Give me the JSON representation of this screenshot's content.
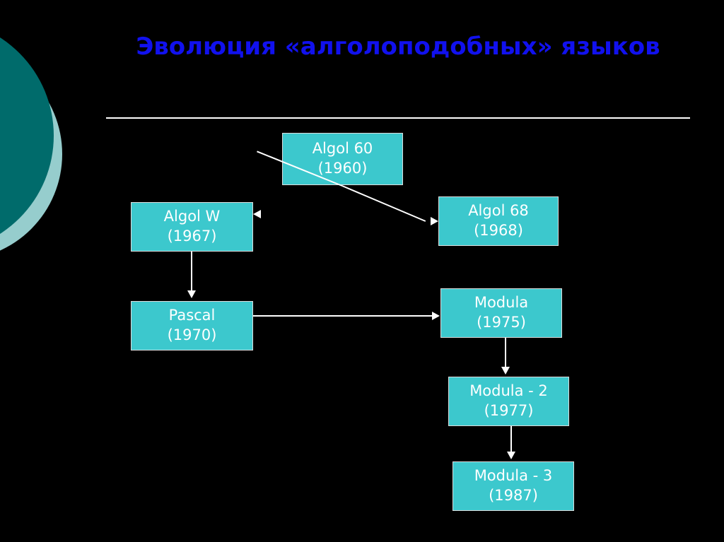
{
  "slide": {
    "title": "Эволюция «алголоподобных» языков",
    "background_color": "#000000",
    "title_color": "#1111EE",
    "node_fill_color": "#3CC8CD",
    "node_text_color": "#FFFFFF",
    "connector_color": "#FFFFFF",
    "decor": {
      "dark_circle_color": "#006B6B",
      "light_circle_color": "#96CDCD"
    }
  },
  "chart_data": {
    "type": "diagram",
    "title": "Эволюция «алголоподобных» языков",
    "nodes": [
      {
        "id": "algol60",
        "name": "Algol 60",
        "year": "(1960)"
      },
      {
        "id": "algolw",
        "name": "Algol W",
        "year": "(1967)"
      },
      {
        "id": "algol68",
        "name": "Algol 68",
        "year": "(1968)"
      },
      {
        "id": "pascal",
        "name": "Pascal",
        "year": "(1970)"
      },
      {
        "id": "modula",
        "name": "Modula",
        "year": "(1975)"
      },
      {
        "id": "modula2",
        "name": "Modula - 2",
        "year": "(1977)"
      },
      {
        "id": "modula3",
        "name": "Modula - 3",
        "year": "(1987)"
      }
    ],
    "edges": [
      {
        "from": "algol60",
        "to": "algolw"
      },
      {
        "from": "algol60",
        "to": "algol68"
      },
      {
        "from": "algolw",
        "to": "pascal"
      },
      {
        "from": "pascal",
        "to": "modula"
      },
      {
        "from": "modula",
        "to": "modula2"
      },
      {
        "from": "modula2",
        "to": "modula3"
      }
    ]
  }
}
